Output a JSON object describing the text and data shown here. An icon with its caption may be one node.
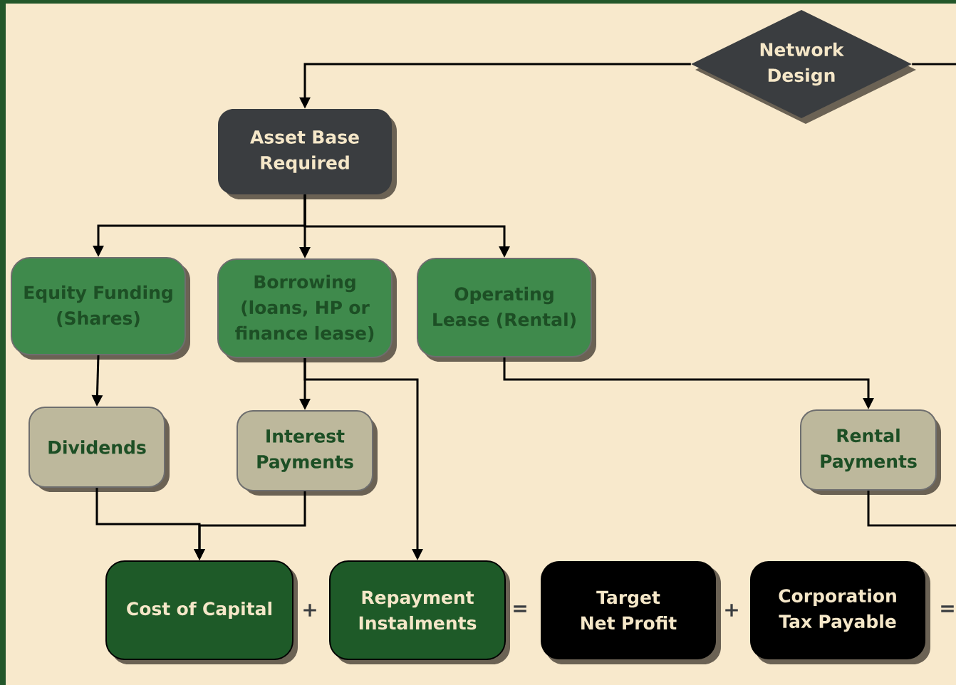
{
  "diagram": {
    "nodes": [
      {
        "text": [
          "Network Design"
        ]
      },
      {
        "text": [
          "Asset Base Required"
        ]
      },
      {
        "text": [
          "Equity Funding (Shares)"
        ]
      },
      {
        "text": [
          "Borrowing (loans, HP or finance lease)"
        ]
      },
      {
        "text": [
          "Operating Lease (Rental)"
        ]
      },
      {
        "text": [
          "Dividends"
        ]
      },
      {
        "text": [
          "Interest Payments"
        ]
      },
      {
        "text": [
          "Rental Payments"
        ]
      },
      {
        "text": [
          "Cost of Capital"
        ]
      },
      {
        "text": [
          "Repayment Instalments"
        ]
      },
      {
        "text": [
          "Target Net Profit"
        ]
      },
      {
        "text": [
          "Corporation Tax Payable"
        ]
      }
    ],
    "edges": [
      {
        "from": 0,
        "to": 1,
        "arrow": "to"
      },
      {
        "from": 0,
        "to": null,
        "arrow": "none"
      },
      {
        "from": 1,
        "to": 2,
        "arrow": "to"
      },
      {
        "from": 1,
        "to": 3,
        "arrow": "to"
      },
      {
        "from": 1,
        "to": 4,
        "arrow": "to"
      },
      {
        "from": 2,
        "to": 5,
        "arrow": "to"
      },
      {
        "from": 3,
        "to": 6,
        "arrow": "to"
      },
      {
        "from": 3,
        "to": 9,
        "arrow": "to"
      },
      {
        "from": 4,
        "to": 7,
        "arrow": "to"
      },
      {
        "from": 5,
        "to": 8,
        "arrow": "to"
      },
      {
        "from": 6,
        "to": 8,
        "arrow": "to"
      },
      {
        "from": 7,
        "to": null,
        "arrow": "none"
      }
    ],
    "labels": [
      "+",
      "=",
      "+",
      "="
    ]
  }
}
